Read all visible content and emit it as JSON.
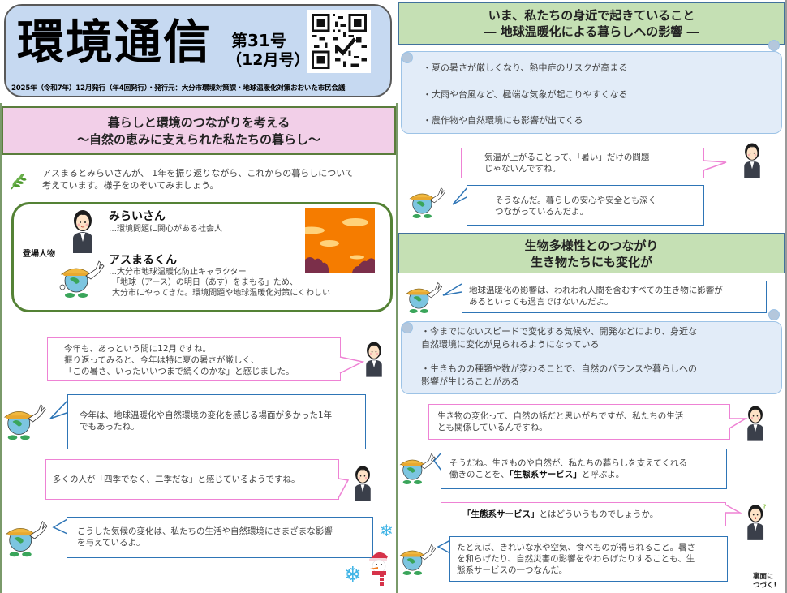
{
  "masthead": {
    "title": "環境通信",
    "issue": "第31号",
    "month": "（12月号）",
    "meta": "2025年（令和7年）12月発行（年4回発行）・発行元：大分市環境対策課・地球温暖化対策おおいた市民会議",
    "qr_icon": "qr-code"
  },
  "left": {
    "header": {
      "line1": "暮らしと環境のつながりを考える",
      "line2": "～自然の恵みに支えられた私たちの暮らし～"
    },
    "intro": {
      "icon": "leaf-sprig",
      "text_line1": "アスまるとみらいさんが、 1年を振り返りながら、これからの暮らしについて",
      "text_line2": "考えています。様子をのぞいてみましょう。"
    },
    "cast": {
      "label": "登場人物",
      "characters": [
        {
          "name": "みらいさん",
          "desc": [
            "…環境問題に関心がある社会人"
          ]
        },
        {
          "name": "アスまるくん",
          "desc": [
            "…大分市地球温暖化防止キャラクター",
            "「地球（アース）の明日（あす）をまもる」ため、",
            " 大分市にやってきた。環境問題や地球温暖化対策にくわしい"
          ]
        }
      ],
      "illustration": "sunset-sky"
    },
    "dialogue": [
      {
        "speaker": "みらいさん",
        "lines": [
          "今年も、あっという間に12月ですね。",
          "振り返ってみると、今年は特に夏の暑さが厳しく、",
          "「この暑さ、いったいいつまで続くのかな」と感じました。"
        ]
      },
      {
        "speaker": "アスまるくん",
        "lines": [
          "今年は、地球温暖化や自然環境の変化を感じる場面が多かった1年",
          "でもあったね。"
        ]
      },
      {
        "speaker": "みらいさん",
        "lines": [
          "多くの人が「四季でなく、二季だな」と感じているようですね。"
        ]
      },
      {
        "speaker": "アスまるくん",
        "lines": [
          "こうした気候の変化は、私たちの生活や自然環境にさまざまな影響",
          "を与えているよ。"
        ]
      }
    ],
    "decorations": [
      "snowflake",
      "snowflake",
      "snowman"
    ]
  },
  "right": {
    "section1": {
      "header_line1": "いま、私たちの身近で起きていること",
      "header_line2": "― 地球温暖化による暮らしへの影響 ―",
      "bullets": [
        "・夏の暑さが厳しくなり、熱中症のリスクが高まる",
        "・大雨や台風など、極端な気象が起こりやすくなる",
        "・農作物や自然環境にも影響が出てくる"
      ],
      "dialogue": [
        {
          "speaker": "みらいさん",
          "lines": [
            "気温が上がることって、「暑い」だけの問題",
            "じゃないんですね。"
          ]
        },
        {
          "speaker": "アスまるくん",
          "lines": [
            "そうなんだ。暮らしの安心や安全とも深く",
            "つながっているんだよ。"
          ]
        }
      ]
    },
    "section2": {
      "header_line1": "生物多様性とのつながり",
      "header_line2": "生き物たちにも変化が",
      "intro_dialogue": {
        "speaker": "アスまるくん",
        "lines": [
          "地球温暖化の影響は、われわれ人間を含むすべての生き物に影響が",
          "あるといっても過言ではないんだよ。"
        ]
      },
      "bullets": [
        [
          "・今までにないスピードで変化する気候や、開発などにより、身近な",
          "自然環境に変化が見られるようになっている"
        ],
        [
          "・生きものの種類や数が変わることで、自然のバランスや暮らしへの",
          "影響が生じることがある"
        ]
      ],
      "dialogue": [
        {
          "speaker": "みらいさん",
          "lines": [
            "生き物の変化って、自然の話だと思いがちですが、私たちの生活",
            "とも関係しているんですね。"
          ]
        },
        {
          "speaker": "アスまるくん",
          "line1": "そうだね。生きものや自然が、私たちの暮らしを支えてくれる",
          "line2_pre": "働きのことを、",
          "line2_bold": "「生態系サービス」",
          "line2_post": "と呼ぶよ。"
        },
        {
          "speaker": "みらいさん",
          "bold": "「生態系サービス」",
          "rest": "とはどういうものでしょうか。"
        },
        {
          "speaker": "アスまるくん",
          "lines": [
            "たとえば、きれいな水や空気、食べものが得られること。暑さ",
            "を和らげたり、自然災害の影響をやわらげたりすることも、生",
            "態系サービスの一つなんだ。"
          ]
        }
      ]
    },
    "continue_note": [
      "裏面に",
      "つづく!"
    ]
  }
}
